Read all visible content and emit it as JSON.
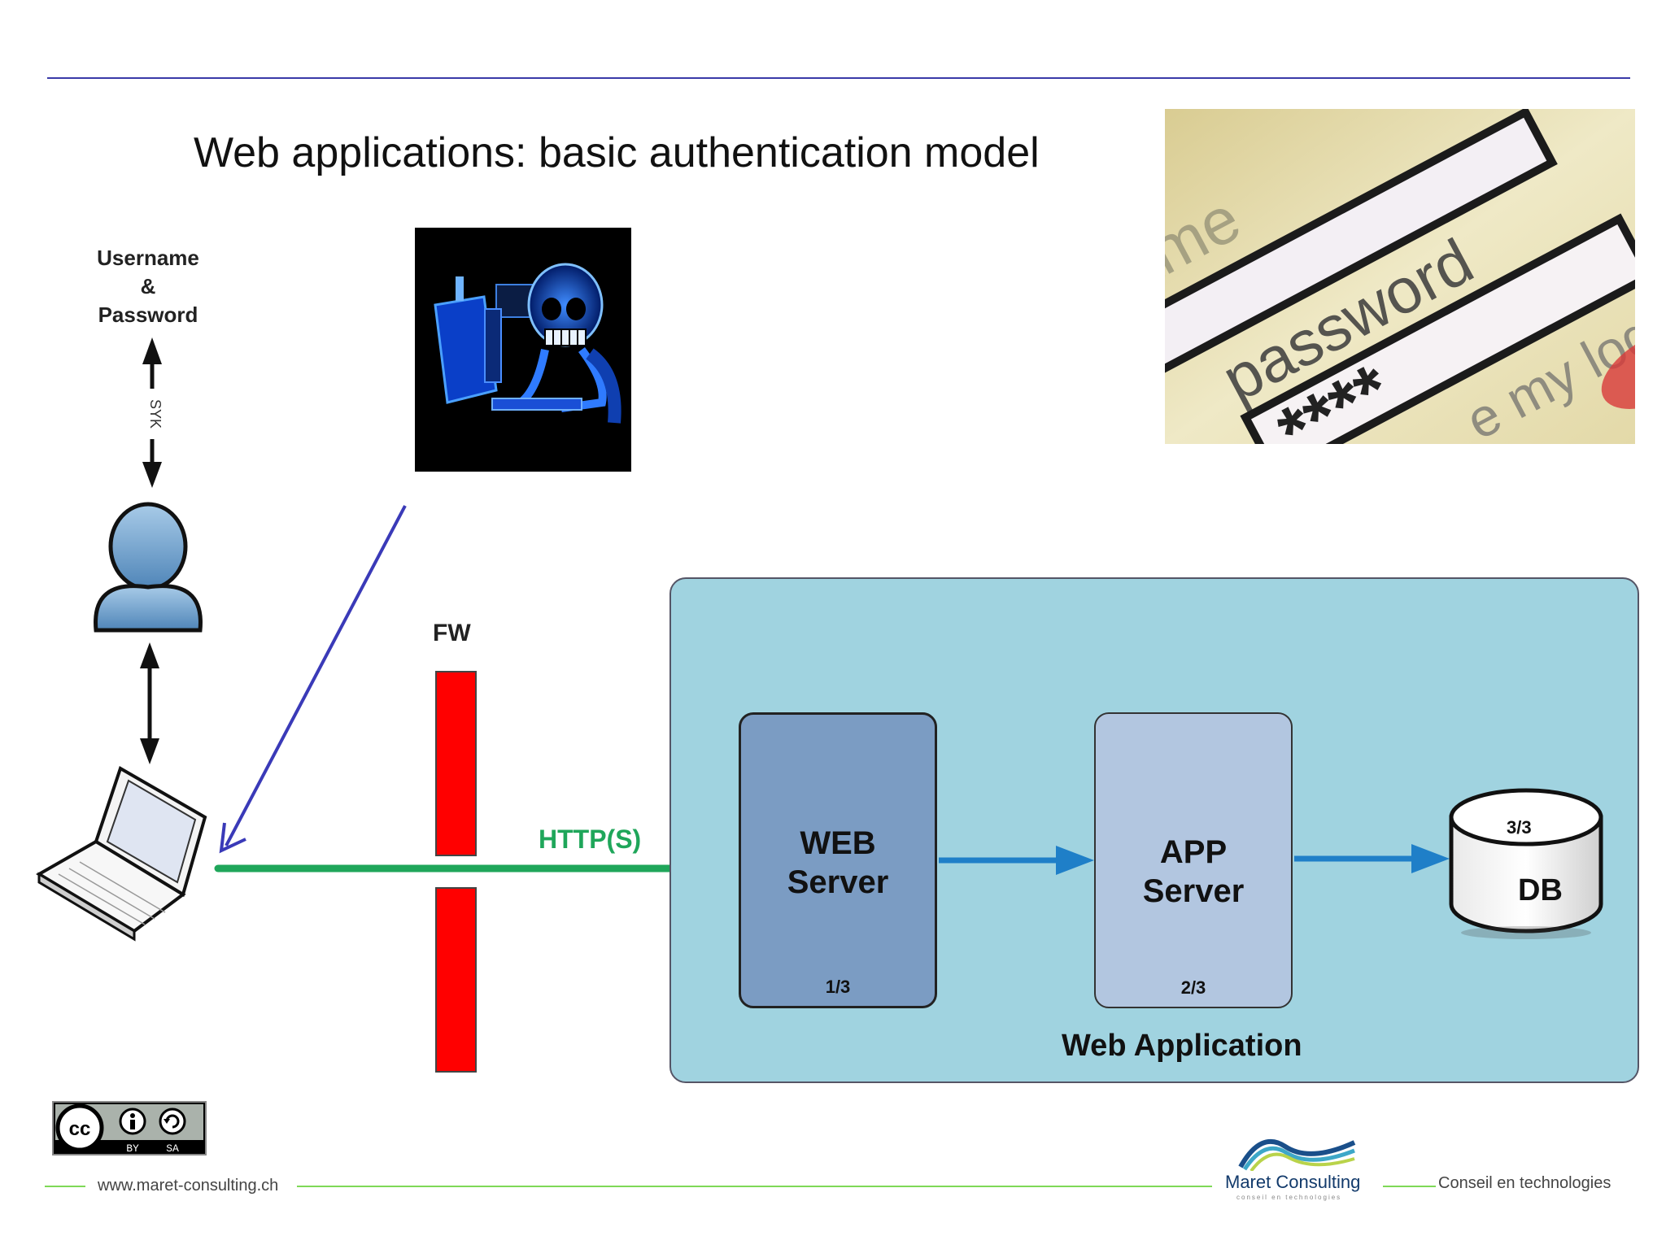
{
  "slide": {
    "title": "Web applications: basic authentication model"
  },
  "credentials": {
    "line1": "Username",
    "line2": "&",
    "line3": "Password",
    "channel_label": "SYK"
  },
  "diagram": {
    "firewall_label": "FW",
    "protocol_label": "HTTP(S)",
    "container_label": "Web Application",
    "web_server": {
      "name_line1": "WEB",
      "name_line2": "Server",
      "step": "1/3"
    },
    "app_server": {
      "name_line1": "APP",
      "name_line2": "Server",
      "step": "2/3"
    },
    "database": {
      "name": "DB",
      "step": "3/3"
    }
  },
  "license": {
    "cc": "cc",
    "by": "BY",
    "sa": "SA"
  },
  "footer": {
    "url": "www.maret-consulting.ch",
    "brand": "Maret Consulting",
    "brand_sub": "conseil en technologies",
    "tagline": "Conseil en technologies"
  },
  "colors": {
    "rule": "#3a3aa8",
    "http_arrow": "#1fa65a",
    "firewall": "#ff0000",
    "container": "#a0d3e0",
    "web_server": "#7b9cc3",
    "app_server": "#b2c6e0",
    "flow_arrow": "#1f7fc8",
    "attack_arrow": "#3a3ab8",
    "footer_line": "#7ed957"
  },
  "icons": [
    "hacker-image",
    "password-form-image",
    "user-icon",
    "laptop-icon",
    "database-icon",
    "cc-by-sa-badge",
    "maret-logo"
  ]
}
